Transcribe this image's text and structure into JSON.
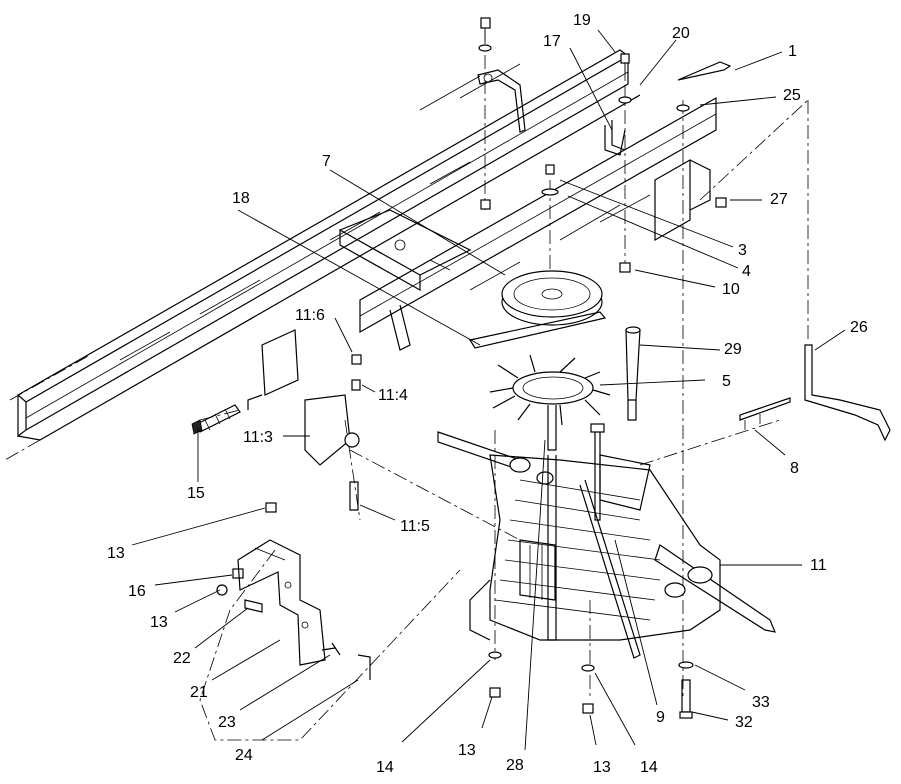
{
  "callouts": [
    {
      "id": "c19",
      "text": "19"
    },
    {
      "id": "c20",
      "text": "20"
    },
    {
      "id": "c17",
      "text": "17"
    },
    {
      "id": "c1",
      "text": "1"
    },
    {
      "id": "c25",
      "text": "25"
    },
    {
      "id": "c7",
      "text": "7"
    },
    {
      "id": "c27",
      "text": "27"
    },
    {
      "id": "c18",
      "text": "18"
    },
    {
      "id": "c3",
      "text": "3"
    },
    {
      "id": "c4",
      "text": "4"
    },
    {
      "id": "c10",
      "text": "10"
    },
    {
      "id": "c26",
      "text": "26"
    },
    {
      "id": "c11_6",
      "text": "11:6"
    },
    {
      "id": "c29",
      "text": "29"
    },
    {
      "id": "c11_4",
      "text": "11:4"
    },
    {
      "id": "c5",
      "text": "5"
    },
    {
      "id": "c11_3",
      "text": "11:3"
    },
    {
      "id": "c8",
      "text": "8"
    },
    {
      "id": "c15",
      "text": "15"
    },
    {
      "id": "c11_5",
      "text": "11:5"
    },
    {
      "id": "c13a",
      "text": "13"
    },
    {
      "id": "c11",
      "text": "11"
    },
    {
      "id": "c16",
      "text": "16"
    },
    {
      "id": "c13b",
      "text": "13"
    },
    {
      "id": "c22",
      "text": "22"
    },
    {
      "id": "c21",
      "text": "21"
    },
    {
      "id": "c33",
      "text": "33"
    },
    {
      "id": "c23",
      "text": "23"
    },
    {
      "id": "c32",
      "text": "32"
    },
    {
      "id": "c9",
      "text": "9"
    },
    {
      "id": "c24",
      "text": "24"
    },
    {
      "id": "c13c",
      "text": "13"
    },
    {
      "id": "c14a",
      "text": "14"
    },
    {
      "id": "c28",
      "text": "28"
    },
    {
      "id": "c13d",
      "text": "13"
    },
    {
      "id": "c14b",
      "text": "14"
    }
  ]
}
